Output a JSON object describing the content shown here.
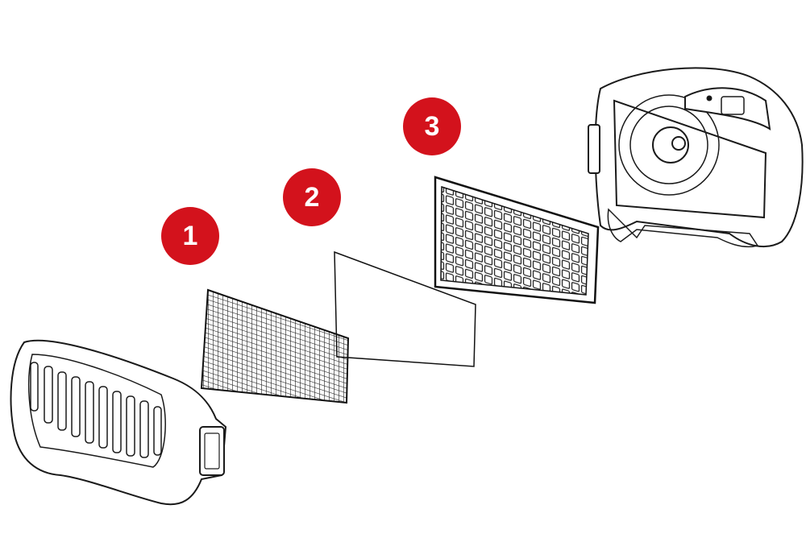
{
  "colors": {
    "badge": "#d3121c",
    "line": "#1a1a1a"
  },
  "steps": [
    {
      "label": "1",
      "part": "mesh-prefilter"
    },
    {
      "label": "2",
      "part": "thin-filter-sheet"
    },
    {
      "label": "3",
      "part": "cartridge-filter"
    }
  ]
}
